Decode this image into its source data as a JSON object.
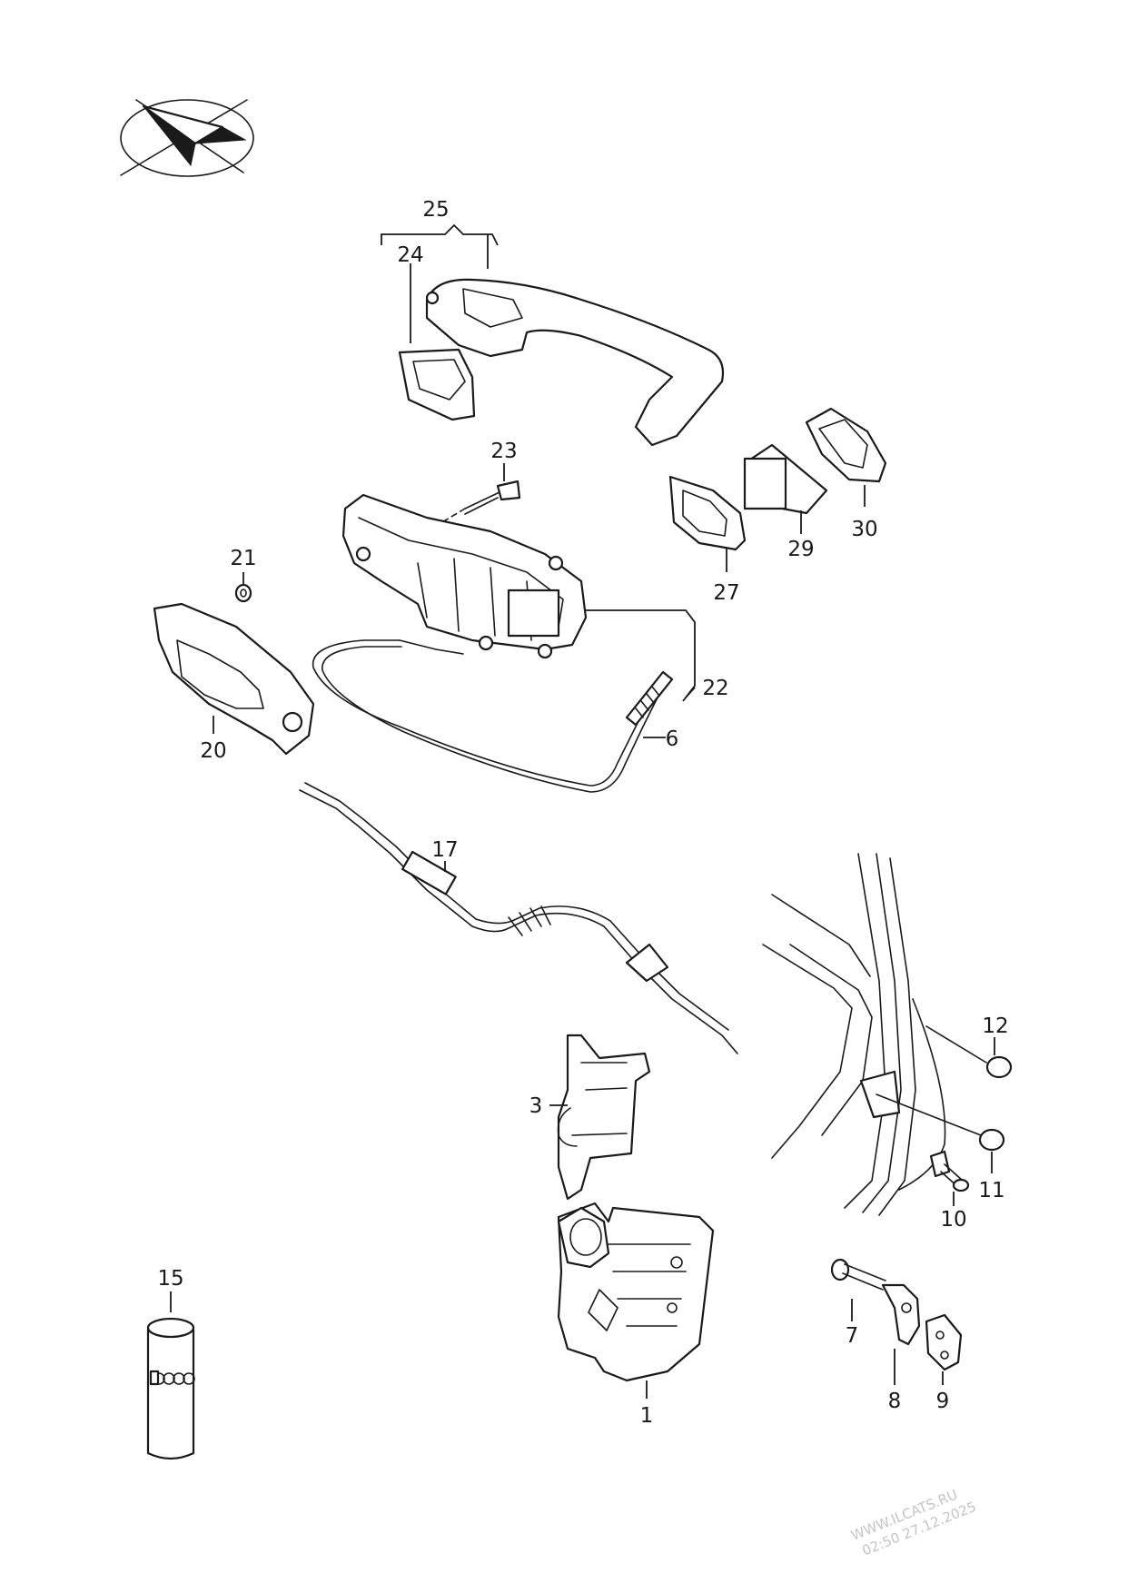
{
  "callouts": [
    "25",
    "24",
    "23",
    "30",
    "29",
    "27",
    "21",
    "22",
    "6",
    "20",
    "17",
    "12",
    "3",
    "11",
    "10",
    "15",
    "7",
    "8",
    "9",
    "1"
  ],
  "watermark": {
    "line1": "WWW.ILCATS.RU",
    "line2": "02:50 27.12.2025"
  },
  "icons": {
    "orientation": "orientation-arrow-icon",
    "logo": "four-rings-logo-icon"
  }
}
